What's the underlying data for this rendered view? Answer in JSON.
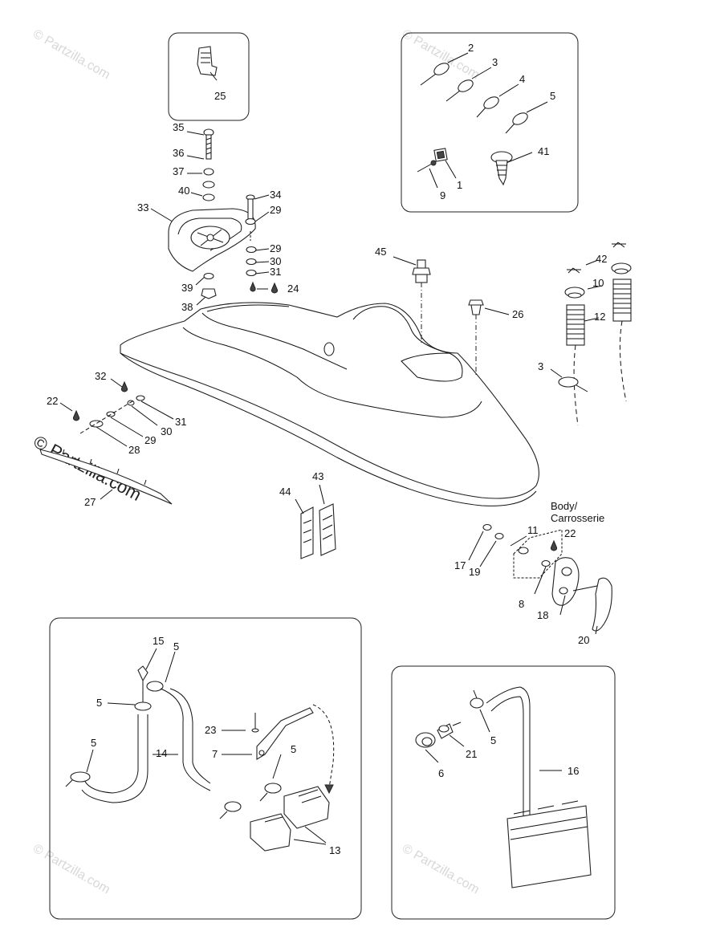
{
  "watermark": "© Partzilla.com",
  "body_label_line1": "Body/",
  "body_label_line2": "Carrosserie",
  "callouts": {
    "c1": "1",
    "c2": "2",
    "c3a": "3",
    "c3b": "3",
    "c4": "4",
    "c5a": "5",
    "c5b": "5",
    "c5c": "5",
    "c5d": "5",
    "c5e": "5",
    "c5f": "5",
    "c6": "6",
    "c7": "7",
    "c8": "8",
    "c9": "9",
    "c10": "10",
    "c11": "11",
    "c12": "12",
    "c13": "13",
    "c14": "14",
    "c15": "15",
    "c16": "16",
    "c17": "17",
    "c18": "18",
    "c19": "19",
    "c20": "20",
    "c21": "21",
    "c22a": "22",
    "c22b": "22",
    "c23": "23",
    "c24": "24",
    "c25": "25",
    "c26": "26",
    "c27": "27",
    "c28": "28",
    "c29a": "29",
    "c29b": "29",
    "c29c": "29",
    "c30a": "30",
    "c30b": "30",
    "c31a": "31",
    "c31b": "31",
    "c32": "32",
    "c33": "33",
    "c34": "34",
    "c35": "35",
    "c36": "36",
    "c37": "37",
    "c38": "38",
    "c39": "39",
    "c40": "40",
    "c41": "41",
    "c42": "42",
    "c43": "43",
    "c44": "44",
    "c45": "45"
  }
}
